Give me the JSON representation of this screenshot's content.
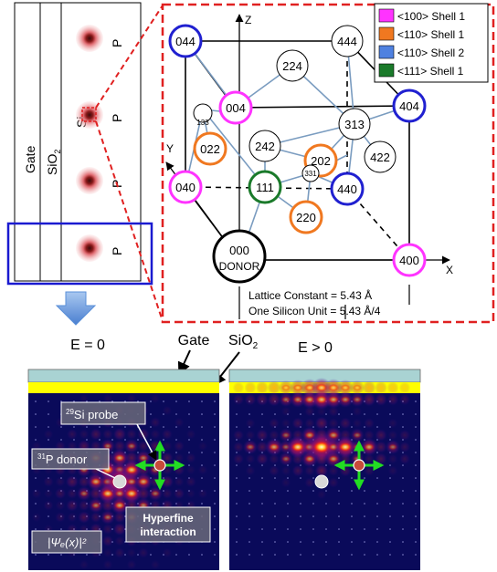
{
  "device": {
    "gate_label": "Gate",
    "oxide_label": "SiO",
    "oxide_sub": "2",
    "si_label": "Si",
    "donor_labels": [
      "P",
      "P",
      "P",
      "P"
    ]
  },
  "lattice": {
    "axes": {
      "z": "Z",
      "y": "Y",
      "x": "X"
    },
    "nodes": [
      {
        "label": "044",
        "shell": "shell100_2"
      },
      {
        "label": "444",
        "shell": "none"
      },
      {
        "label": "224",
        "shell": "none"
      },
      {
        "label": "004",
        "shell": "shell100_1"
      },
      {
        "label": "404",
        "shell": "shell100_2"
      },
      {
        "label": "313",
        "shell": "none"
      },
      {
        "label": "242",
        "shell": "none"
      },
      {
        "label": "022",
        "shell": "shell110_1"
      },
      {
        "label": "202",
        "shell": "shell110_1"
      },
      {
        "label": "422",
        "shell": "none"
      },
      {
        "label": "040",
        "shell": "shell100_1"
      },
      {
        "label": "111",
        "shell": "shell111_1"
      },
      {
        "label": "440",
        "shell": "shell100_2"
      },
      {
        "label": "220",
        "shell": "shell110_1"
      },
      {
        "label": "400",
        "shell": "shell100_1"
      }
    ],
    "small_labels": [
      "133",
      "331"
    ],
    "donor_node": {
      "line1": "000",
      "line2": "DONOR"
    },
    "legend": [
      {
        "label": "<100> Shell 1",
        "color": "#ff33ff"
      },
      {
        "label": "<110> Shell 1",
        "color": "#f07820"
      },
      {
        "label": "<110> Shell 2",
        "color": "#4f81e0"
      },
      {
        "label": "<111> Shell 1",
        "color": "#1a7a2a"
      }
    ],
    "lattice_constant": "Lattice Constant = 5.43 Å",
    "silicon_unit": "One Silicon Unit = 5.43 Å/4"
  },
  "maps": {
    "left_title": "E = 0",
    "right_title": "E > 0",
    "gate_label": "Gate",
    "oxide_label": "SiO",
    "oxide_sub": "2",
    "probe_sup": "29",
    "probe_text": "Si probe",
    "donor_sup": "31",
    "donor_text": "P donor",
    "hyperfine_line1": "Hyperfine",
    "hyperfine_line2": "interaction",
    "wavefunction": "|Ψₑ(x)|²"
  },
  "colors": {
    "shell100_1": "#ff33ff",
    "shell110_1": "#f07820",
    "shell100_2": "#2020d0",
    "shell111_1": "#1a7a2a",
    "dashed_red": "#e02020",
    "blue_box": "#1a1ad0",
    "arrow_blue": "#5a8fd8",
    "bond": "#7a9cc0",
    "map_bg": "#0a0a5a",
    "gate_cap": "#a9d3d3",
    "oxide": "#ffff00",
    "green_arrow": "#22dd22"
  }
}
